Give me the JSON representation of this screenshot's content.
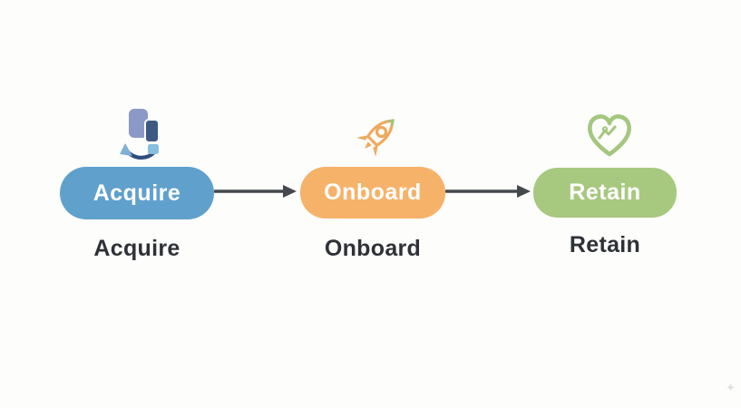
{
  "diagram": {
    "title": "customer-lifecycle-funnel",
    "stages": [
      {
        "pill_label": "Acquire",
        "caption": "Acquire",
        "color": "#5fa0cd",
        "icon": "device-sync-icon"
      },
      {
        "pill_label": "Onboard",
        "caption": "Onboard",
        "color": "#f6b269",
        "icon": "rocket-icon"
      },
      {
        "pill_label": "Retain",
        "caption": "Retain",
        "color": "#a7c87f",
        "icon": "heart-trend-icon"
      }
    ],
    "arrows": [
      {
        "from": "Acquire",
        "to": "Onboard"
      },
      {
        "from": "Onboard",
        "to": "Retain"
      }
    ],
    "arrow_color": "#45484d",
    "pill_text_color": "#ffffff",
    "caption_color": "#2e3237",
    "background_color": "#fdfdfb",
    "icon_colors": {
      "device_periwinkle": "#8b99c6",
      "device_navy": "#3e5a82",
      "device_lightblue": "#87bedd",
      "sync_arrow_navy": "#2e4e7f",
      "rocket_orange": "#efa95e",
      "rocket_tip_green": "#9cc87c",
      "heart_green": "#a4c77d"
    },
    "watermark": "✦"
  }
}
